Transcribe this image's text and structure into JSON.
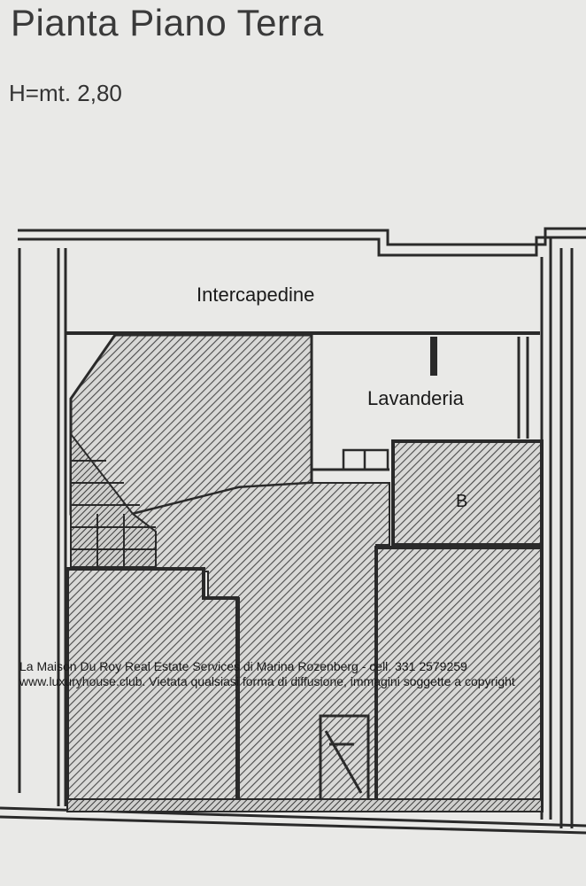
{
  "header": {
    "title": "Pianta Piano Terra",
    "height_label": "H=mt. 2,80"
  },
  "rooms": {
    "intercapedine": "Intercapedine",
    "lavanderia": "Lavanderia",
    "label_b": "B"
  },
  "watermark": {
    "text": "La Maison Du Roy Real Estate Services di Marina Rozenberg - cell. 331 2579259 www.luxuryhouse.club. Vietata qualsiasi forma di diffusione, immagini soggette a copyright"
  },
  "colors": {
    "background": "#e9e9e7",
    "wall": "#2a2a2a",
    "hatch": "#4a4a4a"
  }
}
